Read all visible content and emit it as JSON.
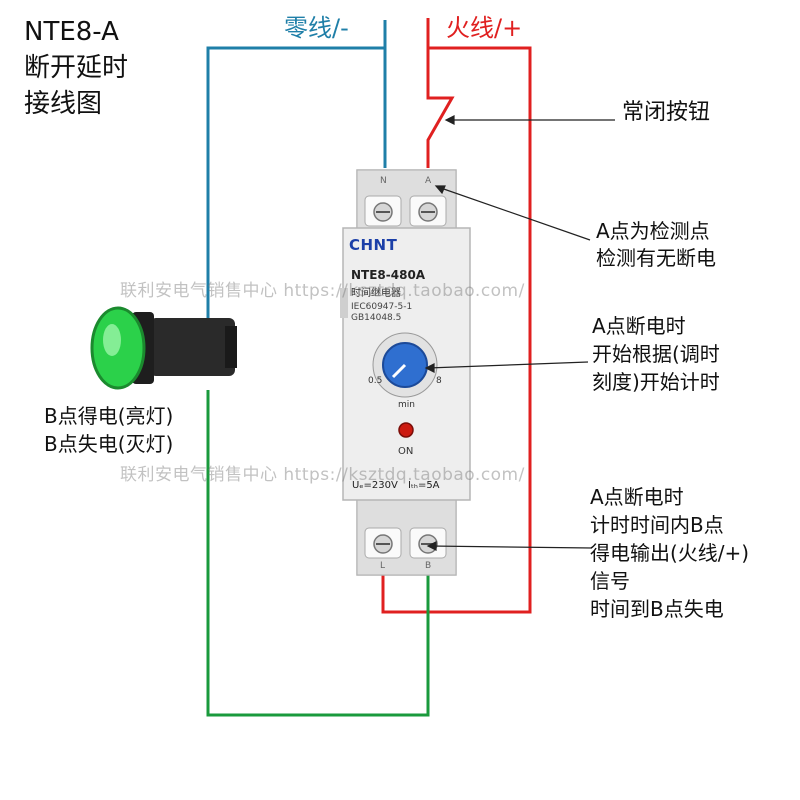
{
  "title": {
    "line1": "NTE8-A",
    "line2": "断开延时",
    "line3": "接线图"
  },
  "wires": {
    "neutral_label": "零线/-",
    "live_label": "火线/+",
    "neutral_color": "#1f7fa8",
    "live_color": "#e02020",
    "output_color": "#1a9a3c"
  },
  "button_label": "常闭按钮",
  "device": {
    "brand": "CHNT",
    "model": "NTE8-480A",
    "type": "时间继电器",
    "std1": "IEC60947-5-1",
    "std2": "GB14048.5",
    "terminal_n": "N",
    "terminal_a": "A",
    "terminal_l": "L",
    "terminal_b": "B",
    "dial_min": "min",
    "dial_left": "0.5",
    "dial_right": "8",
    "on_label": "ON",
    "rating_u": "Uₑ=230V",
    "rating_i": "Iₜₕ=5A",
    "knob_color": "#2f6fd0",
    "led_color": "#cc1a10"
  },
  "notes": {
    "a_point": [
      "A点为检测点",
      "检测有无断电"
    ],
    "a_cut": [
      "A点断电时",
      "开始根据(调时",
      "刻度)开始计时"
    ],
    "lamp": [
      "B点得电(亮灯)",
      "B点失电(灭灯)"
    ],
    "b_output": [
      "A点断电时",
      "计时时间内B点",
      "得电输出(火线/+)",
      "信号",
      "时间到B点失电"
    ]
  },
  "lamp_color": "#2bd14a",
  "watermark": "联利安电气销售中心 https://ksztdq.taobao.com/"
}
